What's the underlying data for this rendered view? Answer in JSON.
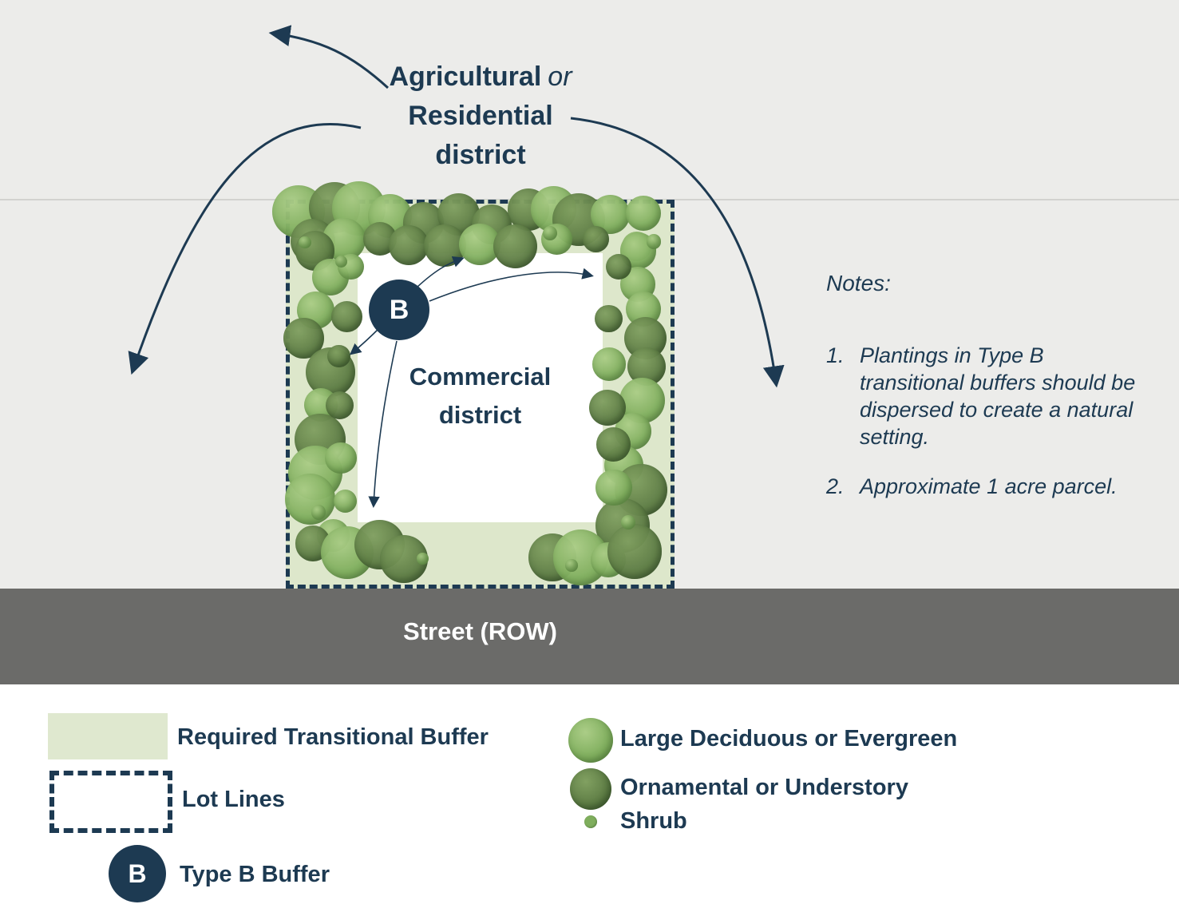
{
  "colors": {
    "navy": "#1d3a52",
    "background_gray": "#ececea",
    "street_gray": "#6b6b69",
    "buffer_green": "#dde7cb",
    "tree_light_green": "#7fae5d",
    "tree_dark_green": "#5d7c44"
  },
  "diagram": {
    "district_bold": "Agricultural",
    "district_or": "or",
    "district_line2": "Residential",
    "district_line3": "district",
    "parcel_line1": "Commercial",
    "parcel_line2": "district",
    "buffer_badge": "B",
    "street_label": "Street (ROW)"
  },
  "notes": {
    "title": "Notes:",
    "items": [
      {
        "num": "1.",
        "text": "Plantings in Type B transitional buffers should be dispersed to create a natural setting."
      },
      {
        "num": "2.",
        "text": "Approximate 1 acre parcel."
      }
    ]
  },
  "legend": {
    "buffer_label": "Required Transitional Buffer",
    "lot_lines_label": "Lot Lines",
    "type_b_badge": "B",
    "type_b_label": "Type B Buffer",
    "large_tree_label": "Large Deciduous or Evergreen",
    "ornamental_label": "Ornamental or Understory",
    "shrub_label": "Shrub"
  }
}
